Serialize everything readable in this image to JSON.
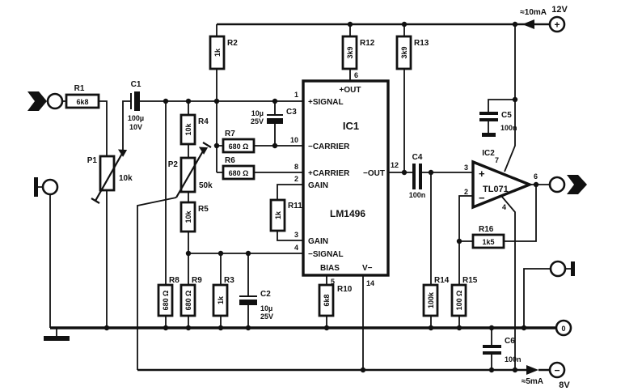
{
  "supplies": {
    "pos_current": "≈10mA",
    "pos_voltage": "12V",
    "pos_sign": "+",
    "neg_current": "≈5mA",
    "neg_voltage": "8V",
    "neg_sign": "−",
    "zero": "0"
  },
  "ic1": {
    "ref": "IC1",
    "part": "LM1496",
    "pin1_num": "1",
    "pin1_label": "+SIGNAL",
    "pin10_num": "10",
    "pin10_label": "−CARRIER",
    "pin8_num": "8",
    "pin8_label": "+CARRIER",
    "pin2_num": "2",
    "pin2_label": "GAIN",
    "pin3_num": "3",
    "pin3_label": "GAIN",
    "pin4_num": "4",
    "pin4_label": "−SIGNAL",
    "pin5_num": "5",
    "pin5_label": "BIAS",
    "pin14_num": "14",
    "pin14_label": "V−",
    "pin6_num": "6",
    "pin6_label": "+OUT",
    "pin12_num": "12",
    "pin12_label": "−OUT"
  },
  "ic2": {
    "ref": "IC2",
    "part": "TL071",
    "pin3": "3",
    "pin2": "2",
    "pin7": "7",
    "pin4": "4",
    "pin6": "6",
    "plus": "+",
    "minus": "−"
  },
  "r": {
    "r1": {
      "ref": "R1",
      "val": "6k8"
    },
    "r2": {
      "ref": "R2",
      "val": "1k"
    },
    "r3": {
      "ref": "R3",
      "val": "1k"
    },
    "r4": {
      "ref": "R4",
      "val": "10k"
    },
    "r5": {
      "ref": "R5",
      "val": "10k"
    },
    "r6": {
      "ref": "R6",
      "val": "680 Ω"
    },
    "r7": {
      "ref": "R7",
      "val": "680 Ω"
    },
    "r8": {
      "ref": "R8",
      "val": "680 Ω"
    },
    "r9": {
      "ref": "R9",
      "val": "680 Ω"
    },
    "r10": {
      "ref": "R10",
      "val": "6k8"
    },
    "r11": {
      "ref": "R11",
      "val": "1k"
    },
    "r12": {
      "ref": "R12",
      "val": "3k9"
    },
    "r13": {
      "ref": "R13",
      "val": "3k9"
    },
    "r14": {
      "ref": "R14",
      "val": "100k"
    },
    "r15": {
      "ref": "R15",
      "val": "100 Ω"
    },
    "r16": {
      "ref": "R16",
      "val": "1k5"
    },
    "p1": {
      "ref": "P1",
      "val": "10k"
    },
    "p2": {
      "ref": "P2",
      "val": "50k"
    }
  },
  "c": {
    "c1": {
      "ref": "C1",
      "val": "100µ",
      "rating": "10V"
    },
    "c2": {
      "ref": "C2",
      "val": "10µ",
      "rating": "25V"
    },
    "c3": {
      "ref": "C3",
      "val": "10µ",
      "rating": "25V"
    },
    "c4": {
      "ref": "C4",
      "val": "100n"
    },
    "c5": {
      "ref": "C5",
      "val": "100n"
    },
    "c6": {
      "ref": "C6",
      "val": "100n"
    }
  }
}
